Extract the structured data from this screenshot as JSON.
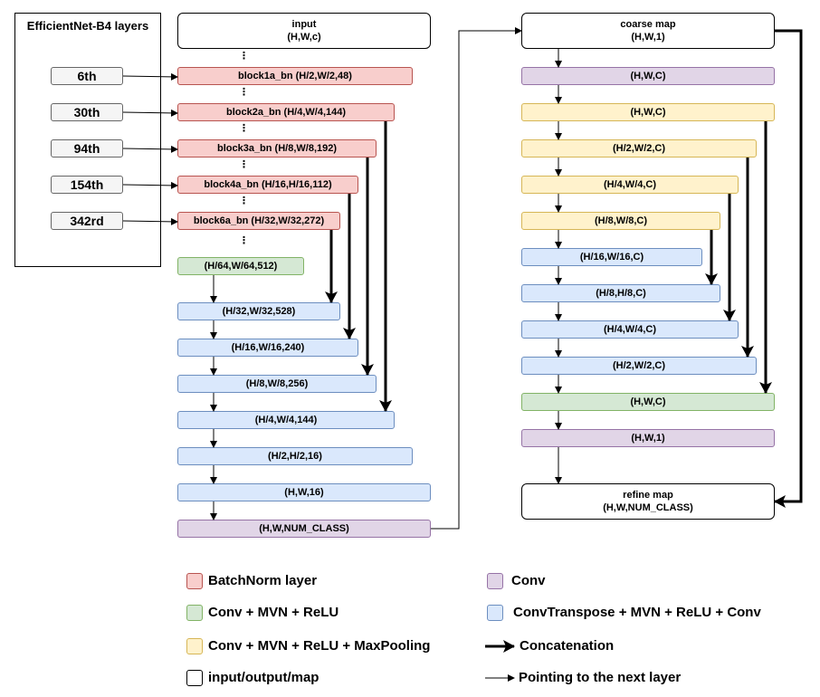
{
  "colors": {
    "batchnorm": "#f8cecc",
    "conv_mvn_relu": "#d5e8d4",
    "conv_mvn_relu_maxpool": "#fff2cc",
    "conv": "#e1d5e7",
    "convtranspose": "#dae8fc",
    "map": "#ffffff"
  },
  "group": {
    "title": "EfficientNet-B4 layers"
  },
  "layer_refs": [
    "6th",
    "30th",
    "94th",
    "154th",
    "342rd"
  ],
  "left": {
    "input_title": "input",
    "input_shape": "(H,W,c)",
    "blocks": [
      "block1a_bn (H/2,W/2,48)",
      "block2a_bn (H/4,W/4,144)",
      "block3a_bn (H/8,W/8,192)",
      "block4a_bn (H/16,H/16,112)",
      "block6a_bn (H/32,W/32,272)"
    ],
    "green": "(H/64,W/64,512)",
    "decoder": [
      "(H/32,W/32,528)",
      "(H/16,W/16,240)",
      "(H/8,W/8,256)",
      "(H/4,W/4,144)",
      "(H/2,H/2,16)",
      "(H,W,16)"
    ],
    "output": "(H,W,NUM_CLASS)"
  },
  "right": {
    "coarse_title": "coarse map",
    "coarse_shape": "(H,W,1)",
    "conv1": "(H,W,C)",
    "encoder": [
      "(H,W,C)",
      "(H/2,W/2,C)",
      "(H/4,W/4,C)",
      "(H/8,W/8,C)"
    ],
    "decoder": [
      "(H/16,W/16,C)",
      "(H/8,H/8,C)",
      "(H/4,W/4,C)",
      "(H/2,W/2,C)"
    ],
    "green": "(H,W,C)",
    "conv2": "(H,W,1)",
    "refine_title": "refine map",
    "refine_shape": "(H,W,NUM_CLASS)"
  },
  "legend": {
    "batchnorm": "BatchNorm layer",
    "conv_mvn_relu": "Conv + MVN + ReLU",
    "conv_mvn_relu_maxpool": "Conv + MVN + ReLU + MaxPooling",
    "map": "input/output/map",
    "conv": "Conv",
    "convtranspose": "ConvTranspose + MVN + ReLU + Conv",
    "concat": "Concatenation",
    "next": "Pointing to the next layer"
  }
}
